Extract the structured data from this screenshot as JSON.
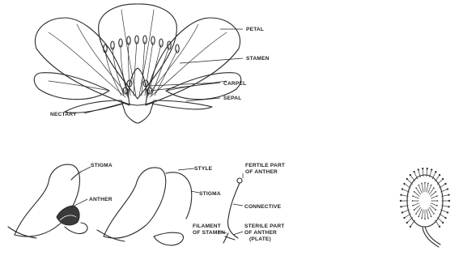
{
  "flower_section": {
    "labels": {
      "petal": "PETAL",
      "stamen": "STAMEN",
      "carpel": "CARPEL",
      "sepal": "SEPAL",
      "nectary": "NECTARY"
    }
  },
  "pollination_a": {
    "labels": {
      "stigma": "STIGMA",
      "anther": "ANTHER"
    }
  },
  "pollination_b": {
    "labels": {
      "style": "STYLE",
      "stigma": "STIGMA"
    }
  },
  "stamen_detail": {
    "labels": {
      "fertile_line1": "FERTILE PART",
      "fertile_line2": "OF ANTHER",
      "connective": "CONNECTIVE",
      "filament_line1": "FILAMENT",
      "filament_line2": "OF STAMEN",
      "sterile_line1": "STERILE PART",
      "sterile_line2": "OF ANTHER",
      "sterile_line3": "(PLATE)"
    }
  }
}
